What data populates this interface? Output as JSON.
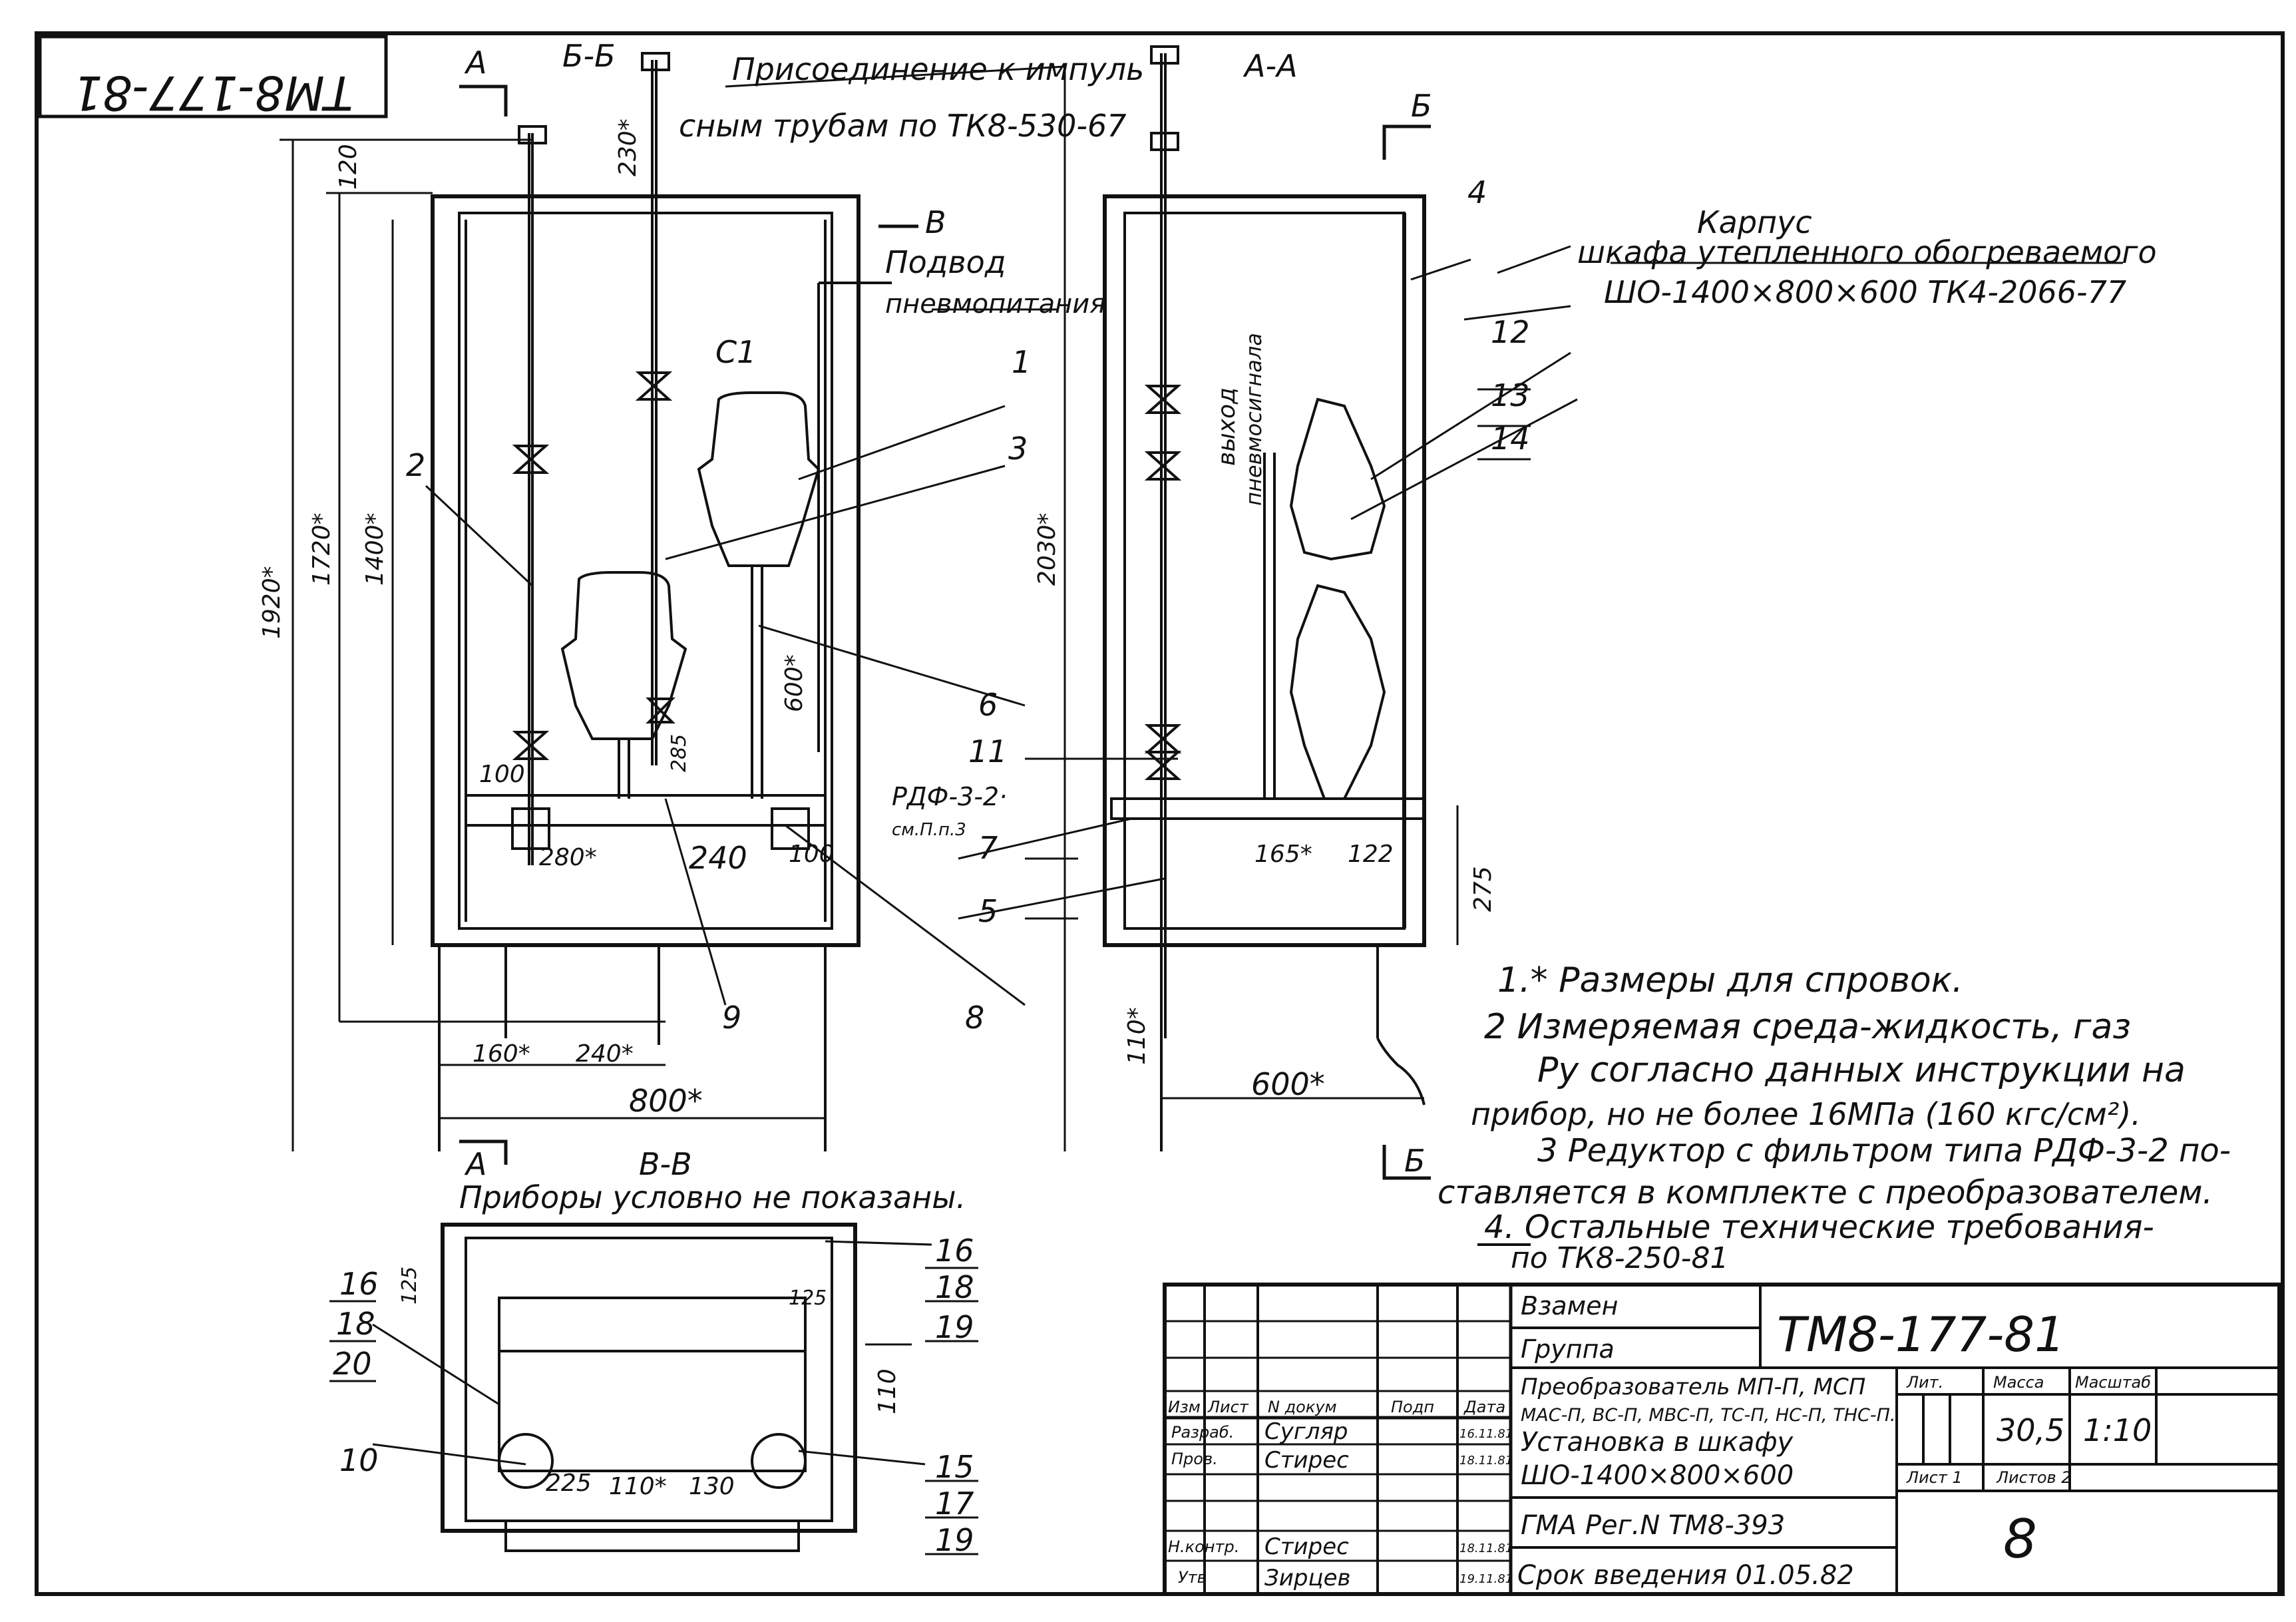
{
  "stamp": {
    "code_rotated": "ТМ8-177-81"
  },
  "sections": {
    "aa_top": "А",
    "aa_bottom": "А",
    "bb": "Б-Б",
    "aa_right": "А-А",
    "b_right_top": "Б",
    "b_right_bottom": "Б",
    "vv": "В-В",
    "v_mark": "В"
  },
  "callouts": {
    "impulse_line1": "Присоединение к импуль",
    "impulse_line2": "сным трубам по ТК8-530-67",
    "pneumo_line1": "Подвод",
    "pneumo_line2": "пневмопитания",
    "c1": "С1",
    "vykhod_line1": "выход",
    "vykhod_line2": "пневмосигнала",
    "rdf_line1": "РДФ-3-2·",
    "rdf_line2": "см.П.п.3",
    "housing_line1": "Карпус",
    "housing_line2": "шкафа утепленного обогреваемого",
    "housing_line3": "ШО-1400×800×600  ТК4-2066-77",
    "hidden_devices": "Приборы условно не показаны."
  },
  "part_numbers": {
    "p1": "1",
    "p2": "2",
    "p3": "3",
    "p4": "4",
    "p5": "5",
    "p6": "6",
    "p7": "7",
    "p8": "8",
    "p9": "9",
    "p10": "10",
    "p11": "11",
    "p12": "12",
    "p13": "13",
    "p14": "14",
    "p15": "15",
    "p16a": "16",
    "p16b": "16",
    "p17": "17",
    "p18a": "18",
    "p18b": "18",
    "p19a": "19",
    "p19b": "19",
    "p20": "20"
  },
  "dimensions": {
    "d1920": "1920*",
    "d1720": "1720*",
    "d1400": "1400*",
    "d120": "120",
    "d230": "230*",
    "d2030": "2030*",
    "d600v": "600*",
    "d285": "285",
    "d100a": "100",
    "d100b": "100",
    "d280": "280*",
    "d240": "240",
    "d160": "160*",
    "d240s": "240*",
    "d800": "800*",
    "d110": "110*",
    "d600h": "600*",
    "d165": "165*",
    "d122": "122",
    "d275": "275",
    "d125a": "125",
    "d125b": "125",
    "d225": "225",
    "d110b": "110*",
    "d130": "130",
    "d110c": "110"
  },
  "notes": {
    "n1": "1.* Размеры для спровок.",
    "n2": "2  Измеряемая среда-жидкость, газ",
    "n2b": "Ру согласно данных инструкции на",
    "n2c": "прибор, но не более 16МПа (160 кгс/см²).",
    "n3": "3 Редуктор с фильтром типа РДФ-3-2 по-",
    "n3b": "ставляется в комплекте с преобразователем.",
    "n4": "4. Остальные технические требования-",
    "n4b": "по ТК8-250-81"
  },
  "title_block": {
    "vzamen": "Взамен",
    "gruppa": "Группа",
    "code": "ТМ8-177-81",
    "title_line1": "Преобразователь МП-П, МСП",
    "title_line2": "МАС-П, ВС-П, МВС-П, ТС-П, НС-П, ТНС-П.",
    "title_line3": "Установка в шкафу",
    "title_line4": "ШО-1400×800×600",
    "reg": "ГМА Рег.N ТМ8-393",
    "srok": "Срок введения 01.05.82",
    "hdr_izm": "Изм",
    "hdr_list": "Лист",
    "hdr_dokum": "N докум",
    "hdr_podp": "Подп",
    "hdr_data": "Дата",
    "razrab_role": "Разраб.",
    "razrab_name": "Сугляр",
    "prov_role": "Пров.",
    "prov_name": "Стирес",
    "nkontr_role": "Н.контр.",
    "nkontr_name": "Стирес",
    "utv_role": "Утв",
    "utv_name": "Зирцев",
    "razrab_date": "16.11.81",
    "prov_date": "18.11.81",
    "nkontr_date": "18.11.81",
    "utv_date": "19.11.81",
    "lit_hdr": "Лит.",
    "massa_hdr": "Масса",
    "masshtab_hdr": "Масштаб",
    "massa": "30,5",
    "masshtab": "1:10",
    "list_label": "Лист 1",
    "listov_label": "Листов 2",
    "sheet": "8"
  }
}
